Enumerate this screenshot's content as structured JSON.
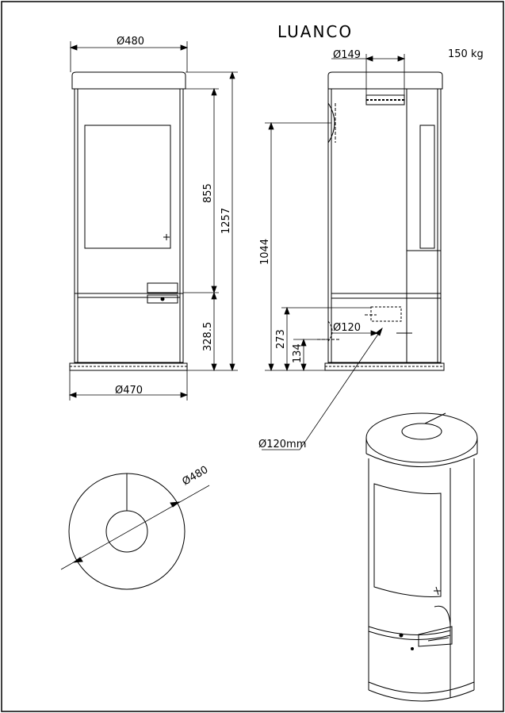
{
  "title": "LUANCO",
  "weight": "150 kg",
  "front_view": {
    "top_diameter": "Ø480",
    "base_diameter": "Ø470",
    "height_upper": "855",
    "height_total": "1257",
    "height_lower": "328.5"
  },
  "side_view": {
    "top_outlet_diameter": "Ø149",
    "outlet_height": "1044",
    "rear_outlet_height": "273",
    "air_inlet_height": "134",
    "rear_outlet_diameter": "Ø120",
    "callout_diameter": "Ø120mm"
  },
  "top_view": {
    "diameter": "Ø480"
  }
}
